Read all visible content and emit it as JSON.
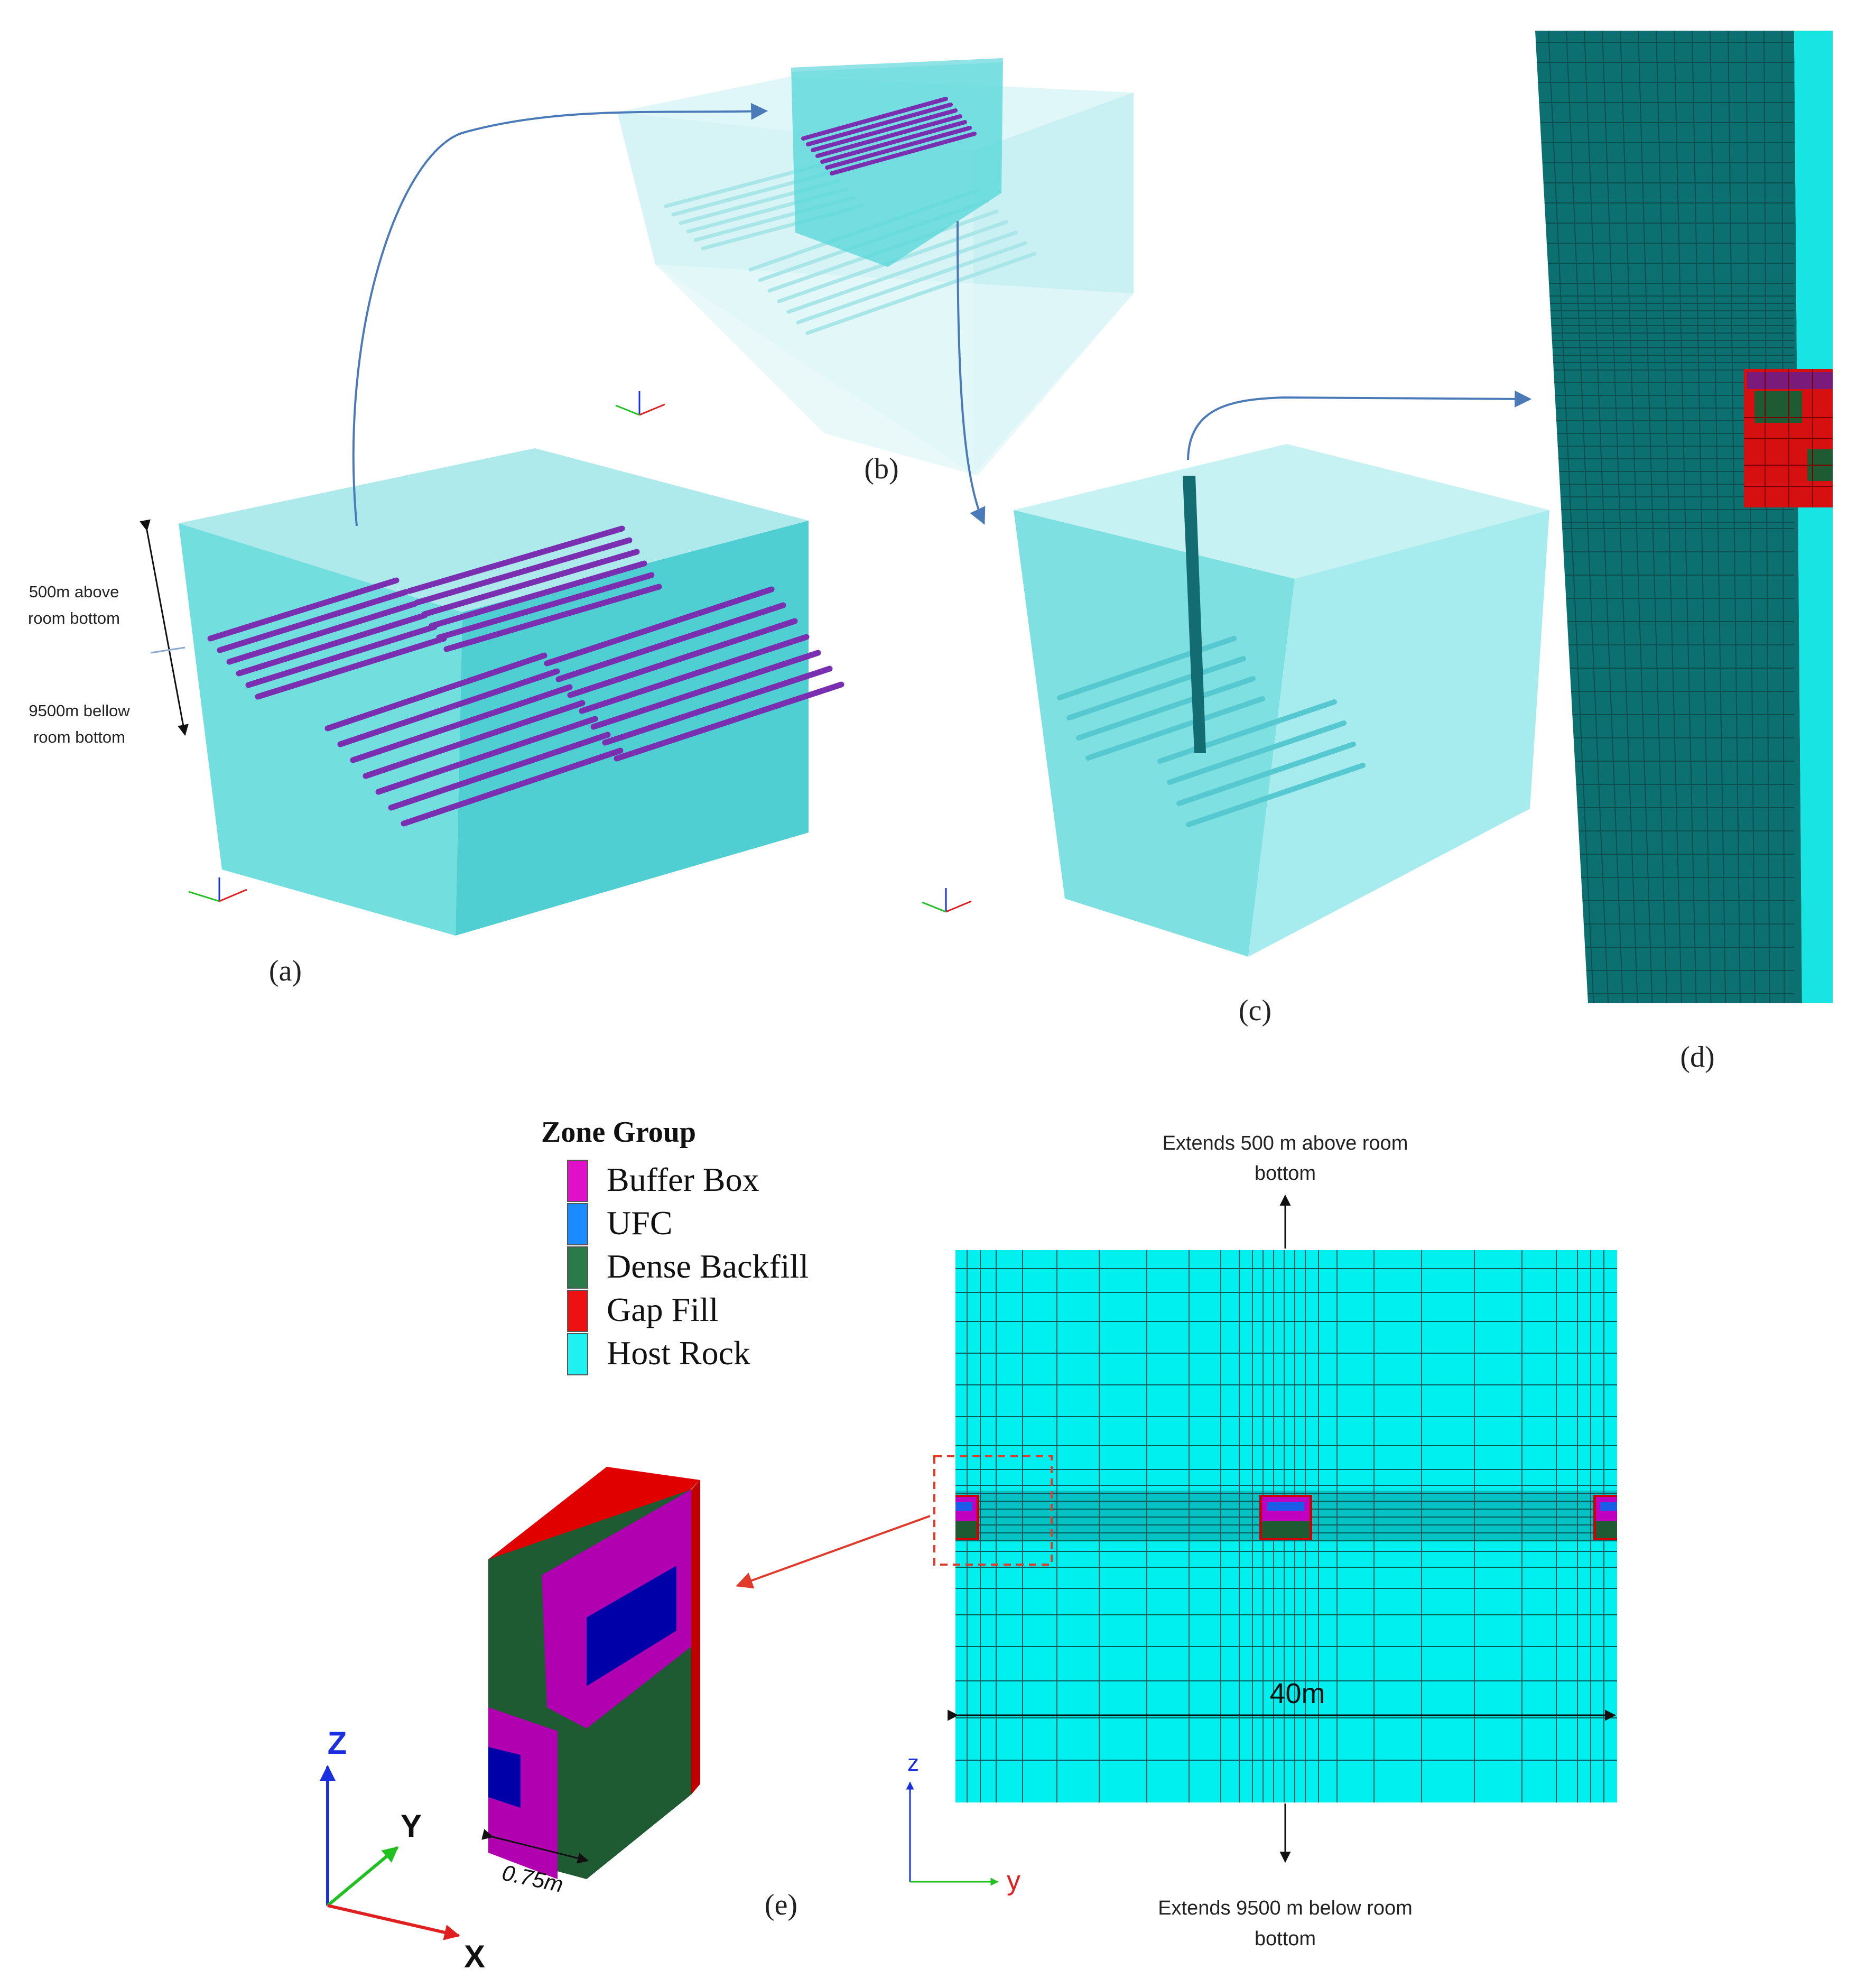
{
  "panels": {
    "a": {
      "label": "(a)",
      "dim_above": [
        "500m above",
        "room bottom"
      ],
      "dim_below": [
        "9500m bellow",
        "room bottom"
      ]
    },
    "b": {
      "label": "(b)"
    },
    "c": {
      "label": "(c)"
    },
    "d": {
      "label": "(d)"
    },
    "e": {
      "label": "(e)",
      "extends_above": [
        "Extends 500 m above room",
        "bottom"
      ],
      "extends_below": [
        "Extends 9500 m below room",
        "bottom"
      ],
      "width_label": "40m",
      "thickness_label": "0.75m",
      "axes3d": {
        "z": "Z",
        "y": "Y",
        "x": "X"
      },
      "axes2d": {
        "z": "z",
        "y": "y"
      }
    }
  },
  "legend": {
    "title": "Zone Group",
    "items": [
      {
        "label": "Buffer Box",
        "color": "#e010c8"
      },
      {
        "label": "UFC",
        "color": "#1a8cff"
      },
      {
        "label": "Dense Backfill",
        "color": "#2a7a4a"
      },
      {
        "label": "Gap Fill",
        "color": "#ee1111"
      },
      {
        "label": "Host Rock",
        "color": "#1ff0f0"
      }
    ]
  },
  "colors": {
    "translucent_block": "#6ee6e6",
    "rooms": "#7a2fb0",
    "mesh_dark": "#0c6f6f",
    "host_rock": "#00f0f0",
    "buffer_box": "#a000a0",
    "ufc": "#0000a8",
    "dense_backfill": "#1e5a32",
    "gap_fill": "#cc0000",
    "arrow_blue": "#4a7ab8",
    "arrow_red": "#e23a2a"
  }
}
